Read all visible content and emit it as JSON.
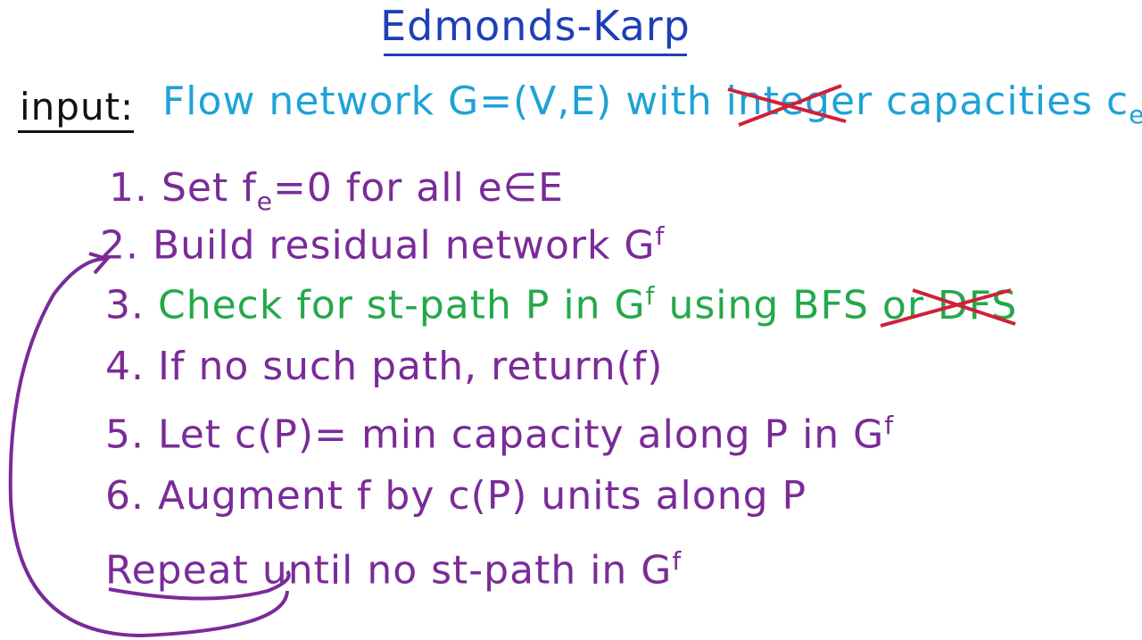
{
  "title": "Edmonds-Karp",
  "input": {
    "label": "input:",
    "text_before": "Flow network G=(V,E) with ",
    "struck_word": "integer",
    "text_after": " capacities c",
    "subscript": "e"
  },
  "steps": [
    {
      "num": "1.",
      "pre": "Set f",
      "sub": "e",
      "post": "=0 for all e∈E"
    },
    {
      "num": "2.",
      "pre": "Build residual network G",
      "sup": "f"
    },
    {
      "num": "3.",
      "pre": "Check for st-path P in G",
      "sup": "f",
      "post": " using BFS ",
      "struck": "or DFS"
    },
    {
      "num": "4.",
      "pre": "If no such path, return(f)"
    },
    {
      "num": "5.",
      "pre": "Let c(P)= min capacity along P in G",
      "sup": "f"
    },
    {
      "num": "6.",
      "pre": "Augment f by c(P) units along P"
    },
    {
      "num": "Repeat",
      "pre": " until no st-path in G",
      "sup": "f"
    }
  ],
  "colors": {
    "title": "#1f3fb8",
    "input": "#1ea3d6",
    "steps": "#7a2b98",
    "highlight": "#24a84a",
    "strike": "#d0203a"
  }
}
